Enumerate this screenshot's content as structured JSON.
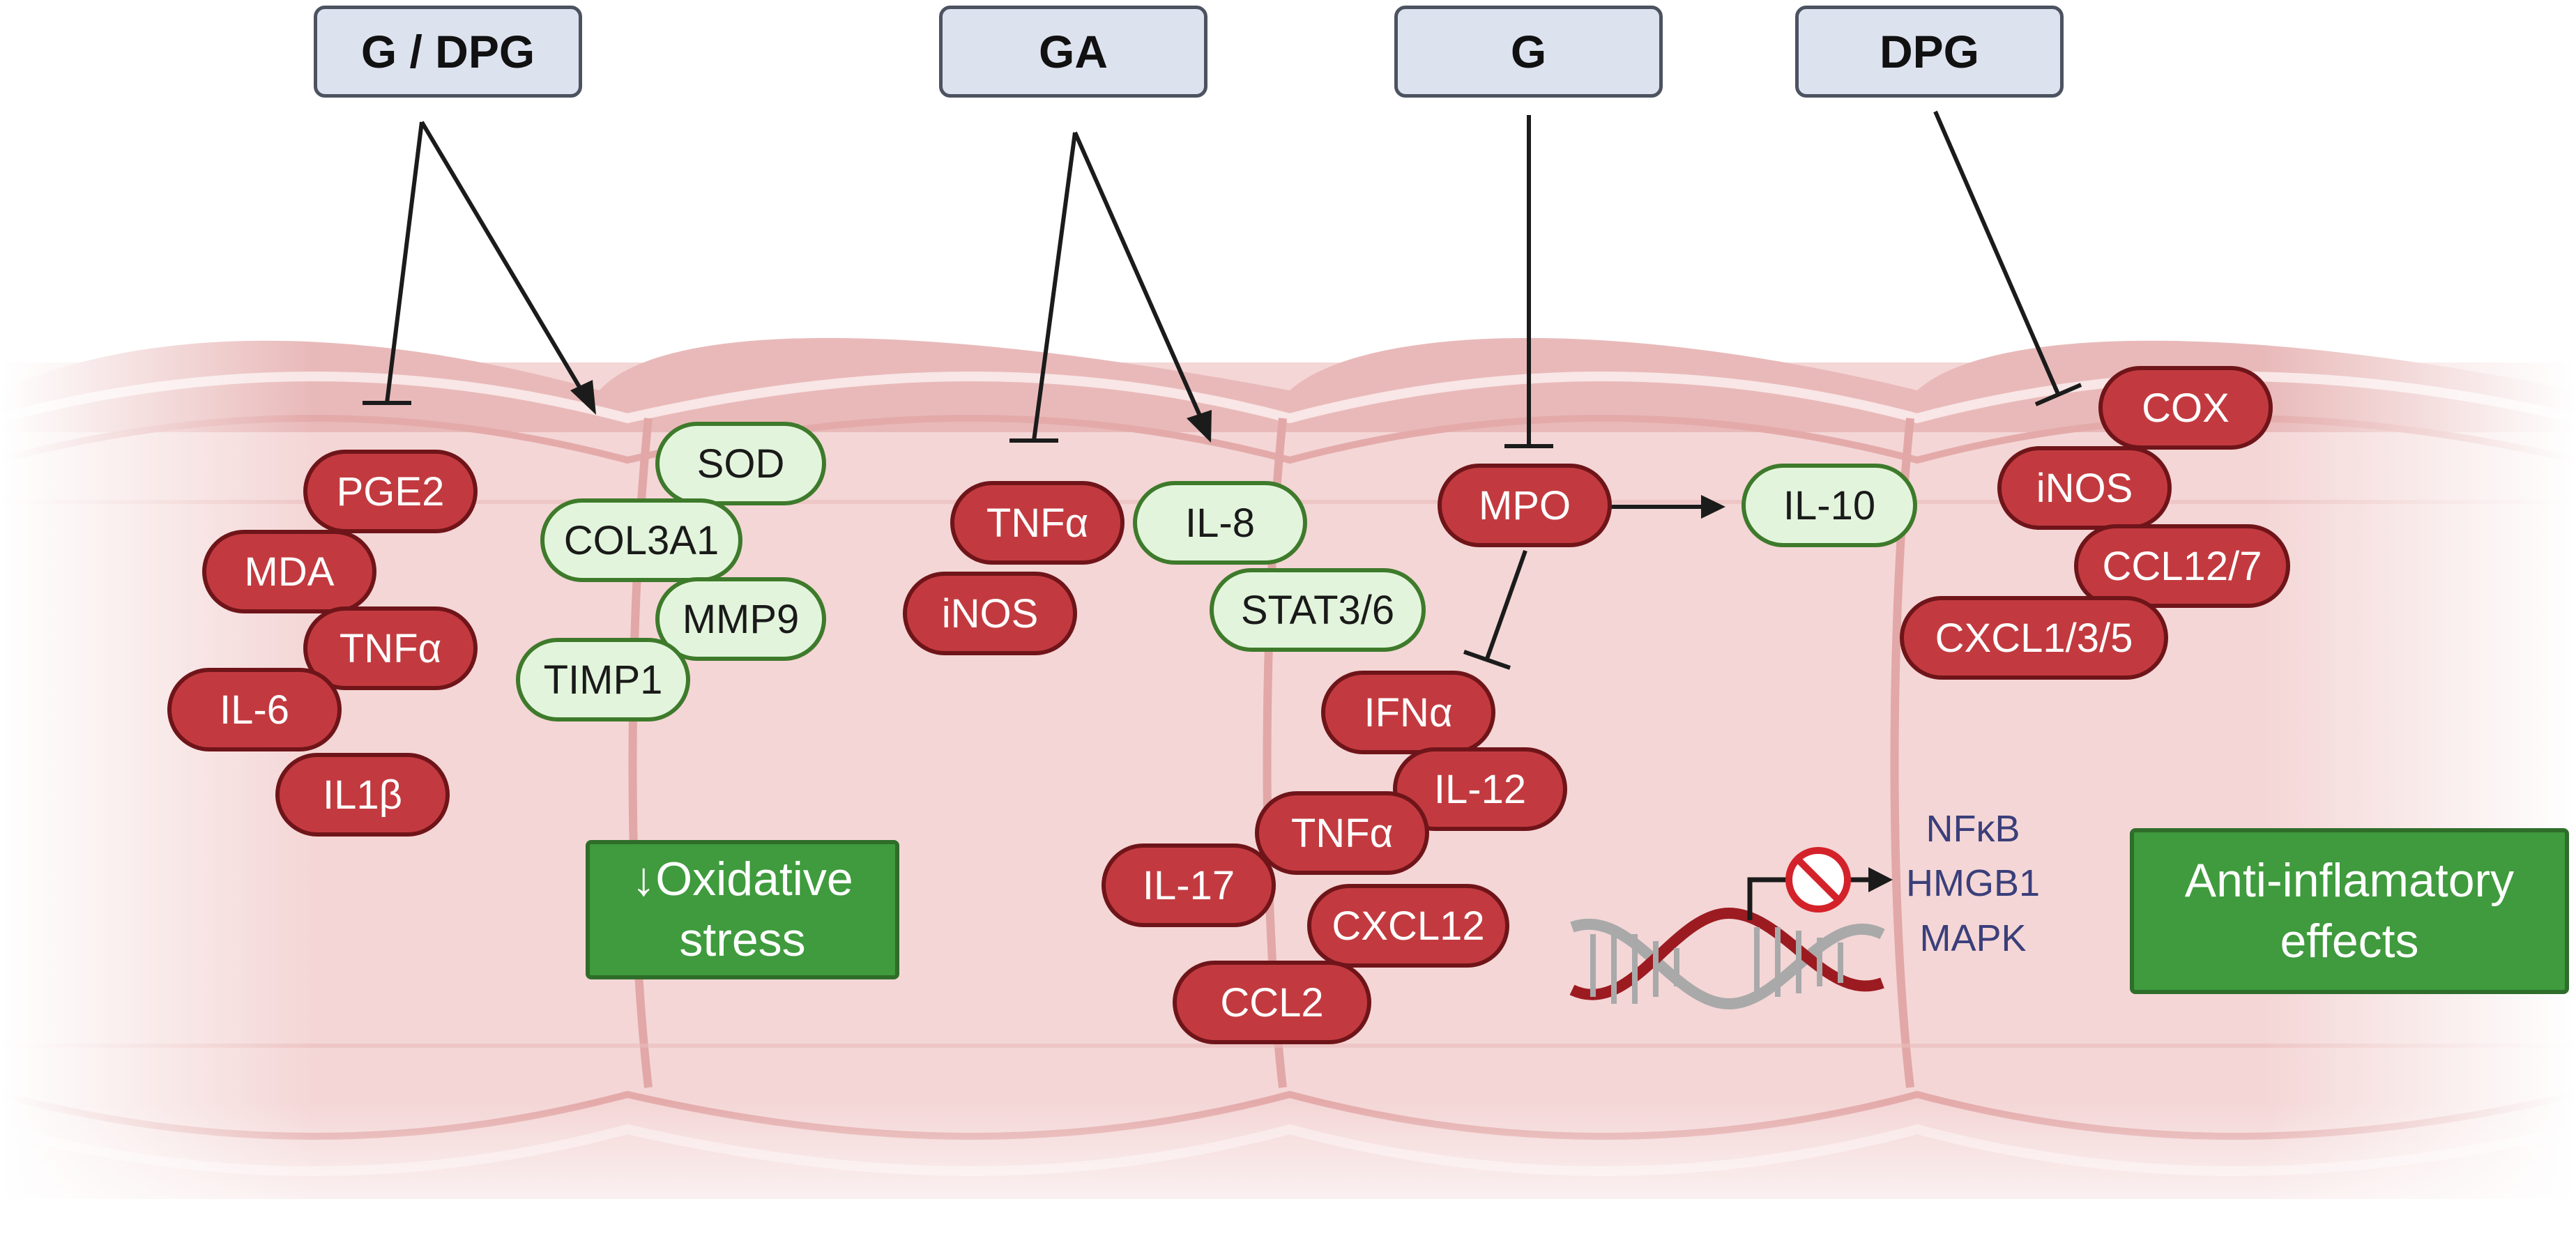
{
  "treatments": {
    "g_dpg": "G / DPG",
    "ga": "GA",
    "g": "G",
    "dpg": "DPG"
  },
  "panel1": {
    "red": [
      "PGE2",
      "MDA",
      "TNFα",
      "IL-6",
      "IL1β"
    ],
    "green": [
      "SOD",
      "COL3A1",
      "MMP9",
      "TIMP1"
    ],
    "effect_line1": "↓Oxidative",
    "effect_line2": "stress"
  },
  "panel2": {
    "red": [
      "TNFα",
      "iNOS"
    ],
    "green": [
      "IL-8",
      "STAT3/6"
    ]
  },
  "panel3": {
    "mpo": "MPO",
    "il10": "IL-10",
    "red": [
      "IFNα",
      "IL-12",
      "TNFα",
      "IL-17",
      "CXCL12",
      "CCL2"
    ]
  },
  "panel4": {
    "red": [
      "COX",
      "iNOS",
      "CCL12/7",
      "CXCL1/3/5"
    ],
    "pathways": [
      "NFκB",
      "HMGB1",
      "MAPK"
    ],
    "effect_line1": "Anti-inflamatory",
    "effect_line2": "effects"
  },
  "colors": {
    "downregulated": "#c23a3f",
    "upregulated": "#e2f5dc",
    "effect_box": "#3f9b3d",
    "treatment_box": "#dde2ef",
    "tissue": "#f3d3d3",
    "inhibit_symbol": "#d4222a"
  },
  "icons": [
    "inhibition-arrow",
    "activation-arrow",
    "dna-helix-icon",
    "prohibition-icon"
  ]
}
